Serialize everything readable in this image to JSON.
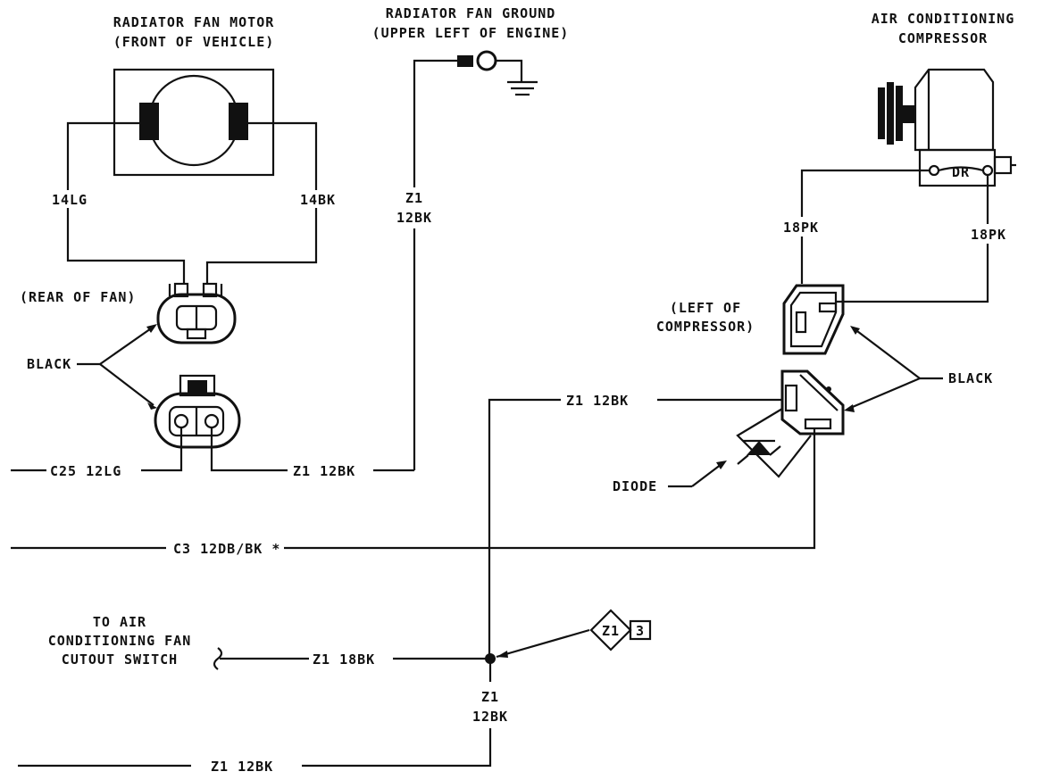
{
  "fan_motor": {
    "title_line1": "RADIATOR FAN MOTOR",
    "title_line2": "(FRONT OF VEHICLE)",
    "left_wire": "14LG",
    "right_wire": "14BK"
  },
  "fan_ground": {
    "title_line1": "RADIATOR FAN GROUND",
    "title_line2": "(UPPER LEFT OF ENGINE)",
    "wire_line1": "Z1",
    "wire_line2": "12BK"
  },
  "ac_compressor": {
    "title_line1": "AIR CONDITIONING",
    "title_line2": "COMPRESSOR",
    "left_wire": "18PK",
    "right_wire": "18PK"
  },
  "connectors": {
    "rear_of_fan": "(REAR OF FAN)",
    "left_of_compressor_line1": "(LEFT OF",
    "left_of_compressor_line2": "COMPRESSOR)",
    "black_left": "BLACK",
    "black_right": "BLACK",
    "diode": "DIODE"
  },
  "wires": {
    "c25": "C25 12LG",
    "z1_fan": "Z1 12BK",
    "z1_diode": "Z1 12BK",
    "c3": "C3 12DB/BK *",
    "z1_cutout": "Z1 18BK",
    "splice_line1": "Z1",
    "splice_line2": "12BK",
    "z1_bottom": "Z1 12BK"
  },
  "cutout_switch": {
    "line1": "TO AIR",
    "line2": "CONDITIONING FAN",
    "line3": "CUTOUT SWITCH"
  },
  "ground_ref": {
    "circuit": "Z1",
    "page": "3"
  }
}
